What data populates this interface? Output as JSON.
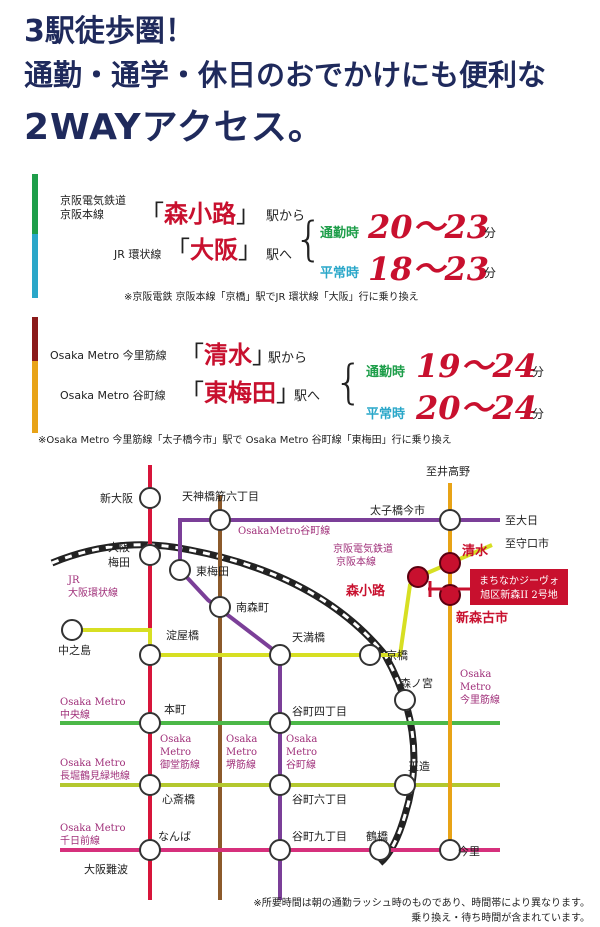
{
  "headline": {
    "line1": "3駅徒歩圏！",
    "line2": "通勤・通学・休日のおでかけにも便利な",
    "line3": "2WAYアクセス。"
  },
  "route1": {
    "from_line_top": "京阪電気鉄道",
    "from_line_bottom": "京阪本線",
    "from_station": "森小路",
    "from_suffix": "駅から",
    "to_line": "JR 環状線",
    "to_station": "大阪",
    "to_suffix": "駅へ",
    "rush_label": "通勤時",
    "rush_time": "20〜23",
    "normal_label": "平常時",
    "normal_time": "18〜23",
    "unit": "分",
    "note": "※京阪電鉄 京阪本線「京橋」駅でJR 環状線「大阪」行に乗り換え",
    "bar_top": "#1e9e4a",
    "bar_bottom": "#2aa7c9"
  },
  "route2": {
    "from_line": "Osaka Metro 今里筋線",
    "from_station": "清水",
    "from_suffix": "駅から",
    "to_line": "Osaka Metro 谷町線",
    "to_station": "東梅田",
    "to_suffix": "駅へ",
    "rush_label": "通勤時",
    "rush_time": "19〜24",
    "normal_label": "平常時",
    "normal_time": "20〜24",
    "unit": "分",
    "note": "※Osaka Metro 今里筋線「太子橋今市」駅で Osaka Metro 谷町線「東梅田」行に乗り換え",
    "bar_top": "#8b1a1a",
    "bar_bottom": "#e8a317"
  },
  "map": {
    "stations": {
      "shin_osaka": "新大阪",
      "tenjinbashi": "天神橋筋六丁目",
      "taishibashi": "太子橋今市",
      "sekime": "至井高野",
      "osaka": "大阪",
      "umeda": "梅田",
      "higashi_umeda": "東梅田",
      "minami_morimachi": "南森町",
      "to_dainichi": "至大日",
      "to_moriguchi": "至守口市",
      "shimizu": "清水",
      "shinmori": "新森古市",
      "morishoji": "森小路",
      "nakanoshima": "中之島",
      "yodoyabashi": "淀屋橋",
      "tenmabashi": "天満橋",
      "kyobashi": "京橋",
      "honmachi": "本町",
      "tanimachi4": "谷町四丁目",
      "morinomiya": "森ノ宮",
      "tamatsukuri": "玉造",
      "shinsaibashi": "心斎橋",
      "tanimachi6": "谷町六丁目",
      "namba": "なんば",
      "tanimachi9": "谷町九丁目",
      "tsuruhashi": "鶴橋",
      "imazato": "今里",
      "osaka_namba": "大阪難波"
    },
    "lines": {
      "tanimachi": "OsakaMetro谷町線",
      "jr_loop_1": "JR",
      "jr_loop_2": "大阪環状線",
      "keihan_1": "京阪電気鉄道",
      "keihan_2": "京阪本線",
      "chuo_1": "Osaka Metro",
      "chuo_2": "中央線",
      "nagahori_1": "Osaka Metro",
      "nagahori_2": "長堀鶴見緑地線",
      "sennichimae_1": "Osaka Metro",
      "sennichimae_2": "千日前線",
      "imazatosuji_1": "Osaka",
      "imazatosuji_2": "Metro",
      "imazatosuji_3": "今里筋線",
      "midosuji_1": "Osaka",
      "midosuji_2": "Metro",
      "midosuji_3": "御堂筋線",
      "sakaisuji_1": "Osaka",
      "sakaisuji_2": "Metro",
      "sakaisuji_3": "堺筋線",
      "tanimachi_v1": "Osaka",
      "tanimachi_v2": "Metro",
      "tanimachi_v3": "谷町線"
    },
    "site_line1": "まちなかジーヴォ",
    "site_line2": "旭区新森II 2号地",
    "colors": {
      "midosuji": "#d7153a",
      "sakaisuji": "#8c5a2b",
      "tanimachi": "#7b3f98",
      "chuo": "#4cb848",
      "nagahori": "#b4c82e",
      "sennichimae": "#d6307c",
      "imazatosuji": "#e8a317",
      "keihan": "#d7df23",
      "site": "#c8102e"
    }
  },
  "footnote": {
    "line1": "※所要時間は朝の通勤ラッシュ時のものであり、時間帯により異なります。",
    "line2": "乗り換え・待ち時間が含まれています。"
  }
}
